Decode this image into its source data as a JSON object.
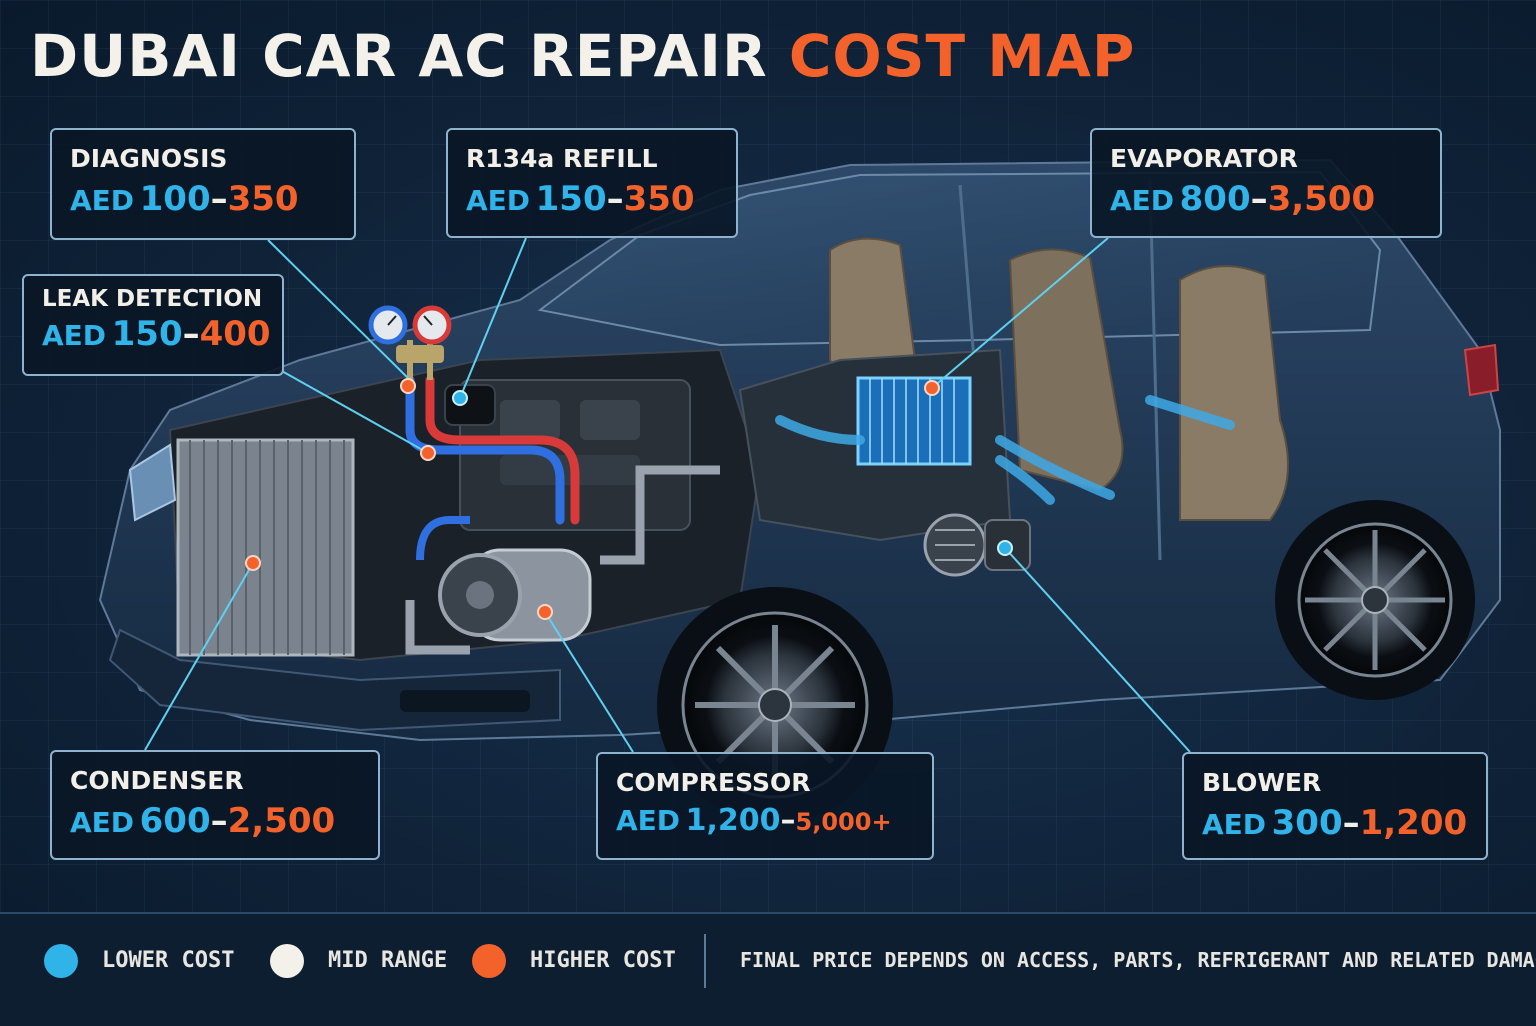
{
  "title": {
    "part1": "DUBAI CAR AC REPAIR",
    "part2": "COST MAP"
  },
  "colors": {
    "lower": "#2fb3e8",
    "mid": "#f4f1ea",
    "higher": "#f4622c",
    "leader_line": "#5fd0f0"
  },
  "cards": {
    "diagnosis": {
      "name": "DIAGNOSIS",
      "prefix": "AED",
      "low": "100",
      "sep": "–",
      "high": "350"
    },
    "r134a_refill": {
      "name": "R134a REFILL",
      "prefix": "AED",
      "low": "150",
      "sep": "–",
      "high": "350"
    },
    "evaporator": {
      "name": "EVAPORATOR",
      "prefix": "AED",
      "low": "800",
      "sep": "–",
      "high": "3,500"
    },
    "leak_detection": {
      "name": "LEAK DETECTION",
      "prefix": "AED",
      "low": "150",
      "sep": "–",
      "high": "400"
    },
    "condenser": {
      "name": "CONDENSER",
      "prefix": "AED",
      "low": "600",
      "sep": "–",
      "high": "2,500"
    },
    "compressor": {
      "name": "COMPRESSOR",
      "prefix": "AED",
      "low": "1,200",
      "sep": "–",
      "high": "5,000+"
    },
    "blower": {
      "name": "BLOWER",
      "prefix": "AED",
      "low": "300",
      "sep": "–",
      "high": "1,200"
    }
  },
  "legend": {
    "lower": "LOWER COST",
    "mid": "MID RANGE",
    "higher": "HIGHER COST"
  },
  "note": "FINAL PRICE DEPENDS ON ACCESS, PARTS, REFRIGERANT AND RELATED DAMAGE"
}
